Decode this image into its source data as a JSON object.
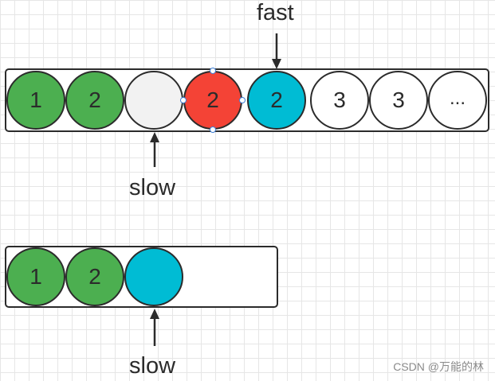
{
  "top_array": {
    "cells": [
      {
        "value": "1",
        "color": "#4caf50"
      },
      {
        "value": "2",
        "color": "#4caf50"
      },
      {
        "value": "",
        "color": "#f2f2f2"
      },
      {
        "value": "2",
        "color": "#f44336"
      },
      {
        "value": "2",
        "color": "#00bcd4"
      },
      {
        "value": "3",
        "color": "#ffffff"
      },
      {
        "value": "3",
        "color": "#ffffff"
      },
      {
        "value": "...",
        "color": "#ffffff"
      }
    ],
    "fast_label": "fast",
    "slow_label": "slow"
  },
  "bottom_array": {
    "cells": [
      {
        "value": "1",
        "color": "#4caf50"
      },
      {
        "value": "2",
        "color": "#4caf50"
      },
      {
        "value": "",
        "color": "#00bcd4"
      }
    ],
    "slow_label": "slow"
  },
  "watermark": "CSDN @万能的林"
}
